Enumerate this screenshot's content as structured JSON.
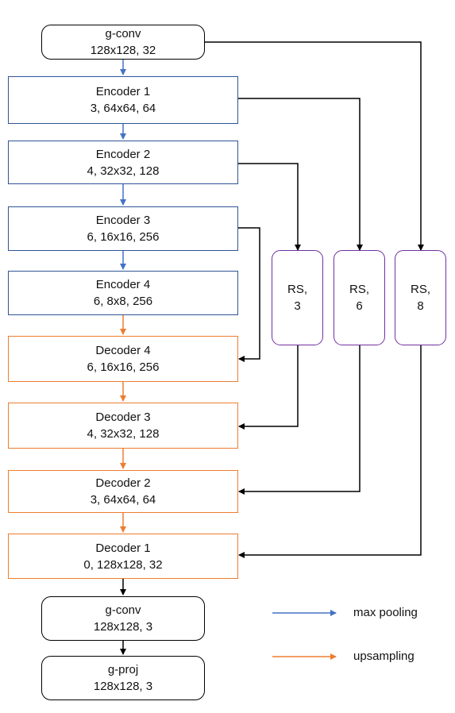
{
  "colors": {
    "encoder": "#2f5597",
    "decoder": "#ed7d31",
    "rs": "#7030a0",
    "generic": "#000000",
    "maxpool_arrow": "#4472c4",
    "upsample_arrow": "#ed7d31"
  },
  "nodes": {
    "gconv_top": {
      "line1": "g-conv",
      "line2": "128x128, 32"
    },
    "encoder1": {
      "line1": "Encoder 1",
      "line2": "3, 64x64, 64"
    },
    "encoder2": {
      "line1": "Encoder 2",
      "line2": "4, 32x32, 128"
    },
    "encoder3": {
      "line1": "Encoder 3",
      "line2": "6, 16x16, 256"
    },
    "encoder4": {
      "line1": "Encoder 4",
      "line2": "6, 8x8, 256"
    },
    "decoder4": {
      "line1": "Decoder 4",
      "line2": "6, 16x16, 256"
    },
    "decoder3": {
      "line1": "Decoder 3",
      "line2": "4, 32x32, 128"
    },
    "decoder2": {
      "line1": "Decoder 2",
      "line2": "3, 64x64, 64"
    },
    "decoder1": {
      "line1": "Decoder 1",
      "line2": "0, 128x128, 32"
    },
    "gconv_bottom": {
      "line1": "g-conv",
      "line2": "128x128, 3"
    },
    "gproj": {
      "line1": "g-proj",
      "line2": "128x128, 3"
    },
    "rs3": {
      "line1": "RS,",
      "line2": "3"
    },
    "rs6": {
      "line1": "RS,",
      "line2": "6"
    },
    "rs8": {
      "line1": "RS,",
      "line2": "8"
    }
  },
  "legend": {
    "max_pooling": "max pooling",
    "upsampling": "upsampling"
  }
}
